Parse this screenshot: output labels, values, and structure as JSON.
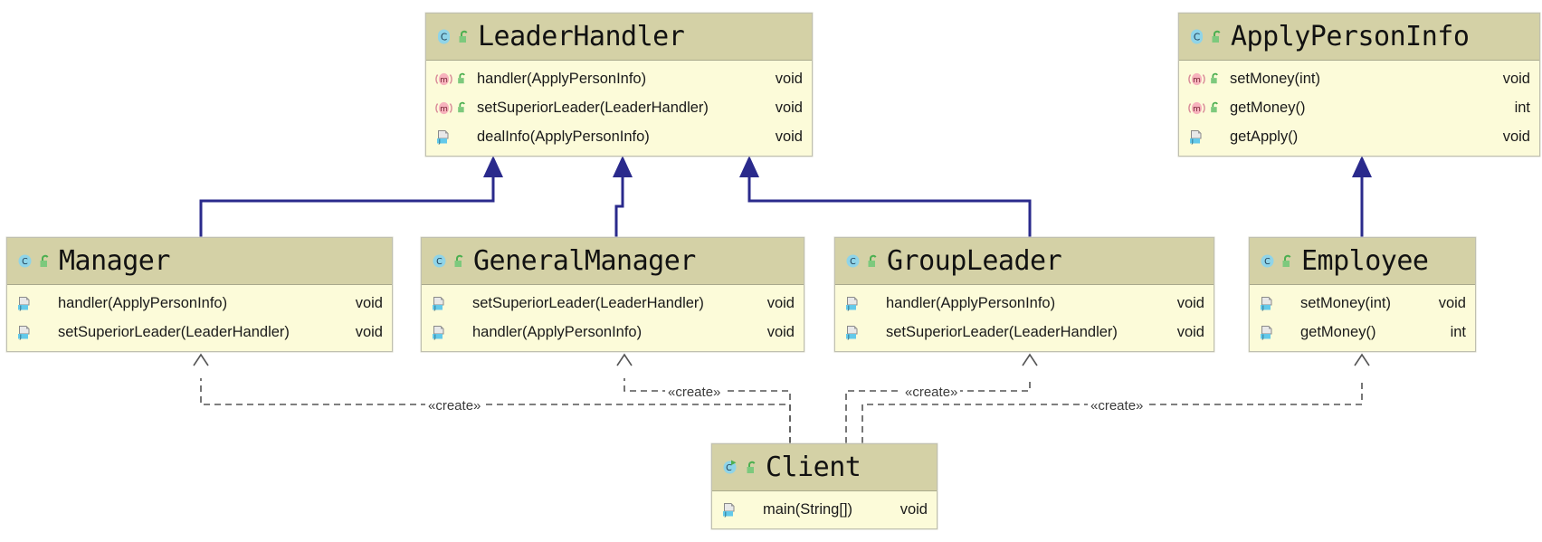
{
  "diagram": {
    "type": "uml-class-diagram",
    "background": "#ffffff",
    "colors": {
      "header_fill": "#d4d1a6",
      "body_fill": "#fcfbd9",
      "border": "#c0c0b0",
      "inheritance_line": "#2a2a8c",
      "dependency_line": "#555555",
      "class_icon": "#6ec6dd",
      "abstract_method_icon": "#f2a0ab",
      "method_icon": "#5bc8e8",
      "visibility_icon": "#4caf50"
    },
    "classes": [
      {
        "id": "leaderhandler",
        "name": "LeaderHandler",
        "kind_icon": "class-icon",
        "visibility_icon": "unlock-icon",
        "members": [
          {
            "icon": "abstract-method-icon",
            "visibility_icon": "unlock-icon",
            "signature": "handler(ApplyPersonInfo)",
            "return": "void"
          },
          {
            "icon": "abstract-method-icon",
            "visibility_icon": "unlock-icon",
            "signature": "setSuperiorLeader(LeaderHandler)",
            "return": "void"
          },
          {
            "icon": "java-method-icon",
            "visibility_icon": "none",
            "signature": "dealInfo(ApplyPersonInfo)",
            "return": "void"
          }
        ]
      },
      {
        "id": "applypersoninfo",
        "name": "ApplyPersonInfo",
        "kind_icon": "class-icon",
        "visibility_icon": "unlock-icon",
        "members": [
          {
            "icon": "abstract-method-icon",
            "visibility_icon": "unlock-icon",
            "signature": "setMoney(int)",
            "return": "void"
          },
          {
            "icon": "abstract-method-icon",
            "visibility_icon": "unlock-icon",
            "signature": "getMoney()",
            "return": "int"
          },
          {
            "icon": "java-method-icon",
            "visibility_icon": "none",
            "signature": "getApply()",
            "return": "void"
          }
        ]
      },
      {
        "id": "manager",
        "name": "Manager",
        "kind_icon": "class-icon",
        "visibility_icon": "unlock-icon",
        "members": [
          {
            "icon": "java-method-icon",
            "visibility_icon": "none",
            "signature": "handler(ApplyPersonInfo)",
            "return": "void"
          },
          {
            "icon": "java-method-icon",
            "visibility_icon": "none",
            "signature": "setSuperiorLeader(LeaderHandler)",
            "return": "void"
          }
        ]
      },
      {
        "id": "generalmanager",
        "name": "GeneralManager",
        "kind_icon": "class-icon",
        "visibility_icon": "unlock-icon",
        "members": [
          {
            "icon": "java-method-icon",
            "visibility_icon": "none",
            "signature": "setSuperiorLeader(LeaderHandler)",
            "return": "void"
          },
          {
            "icon": "java-method-icon",
            "visibility_icon": "none",
            "signature": "handler(ApplyPersonInfo)",
            "return": "void"
          }
        ]
      },
      {
        "id": "groupleader",
        "name": "GroupLeader",
        "kind_icon": "class-icon",
        "visibility_icon": "unlock-icon",
        "members": [
          {
            "icon": "java-method-icon",
            "visibility_icon": "none",
            "signature": "handler(ApplyPersonInfo)",
            "return": "void"
          },
          {
            "icon": "java-method-icon",
            "visibility_icon": "none",
            "signature": "setSuperiorLeader(LeaderHandler)",
            "return": "void"
          }
        ]
      },
      {
        "id": "employee",
        "name": "Employee",
        "kind_icon": "class-icon",
        "visibility_icon": "unlock-icon",
        "members": [
          {
            "icon": "java-method-icon",
            "visibility_icon": "none",
            "signature": "setMoney(int)",
            "return": "void"
          },
          {
            "icon": "java-method-icon",
            "visibility_icon": "none",
            "signature": "getMoney()",
            "return": "int"
          }
        ]
      },
      {
        "id": "client",
        "name": "Client",
        "kind_icon": "runnable-class-icon",
        "visibility_icon": "unlock-icon",
        "members": [
          {
            "icon": "java-method-icon",
            "visibility_icon": "none",
            "signature": "main(String[])",
            "return": "void"
          }
        ]
      }
    ],
    "relations": [
      {
        "id": "manager-extends",
        "from": "Manager",
        "to": "LeaderHandler",
        "style": "inheritance",
        "label": ""
      },
      {
        "id": "generalmanager-extends",
        "from": "GeneralManager",
        "to": "LeaderHandler",
        "style": "inheritance",
        "label": ""
      },
      {
        "id": "groupleader-extends",
        "from": "GroupLeader",
        "to": "LeaderHandler",
        "style": "inheritance",
        "label": ""
      },
      {
        "id": "employee-extends",
        "from": "Employee",
        "to": "ApplyPersonInfo",
        "style": "inheritance",
        "label": ""
      },
      {
        "id": "client-creates-manager",
        "from": "Client",
        "to": "Manager",
        "style": "dependency",
        "label": "«create»"
      },
      {
        "id": "client-creates-generalmanager",
        "from": "Client",
        "to": "GeneralManager",
        "style": "dependency",
        "label": "«create»"
      },
      {
        "id": "client-creates-groupleader",
        "from": "Client",
        "to": "GroupLeader",
        "style": "dependency",
        "label": "«create»"
      },
      {
        "id": "client-creates-employee",
        "from": "Client",
        "to": "Employee",
        "style": "dependency",
        "label": "«create»"
      }
    ]
  }
}
